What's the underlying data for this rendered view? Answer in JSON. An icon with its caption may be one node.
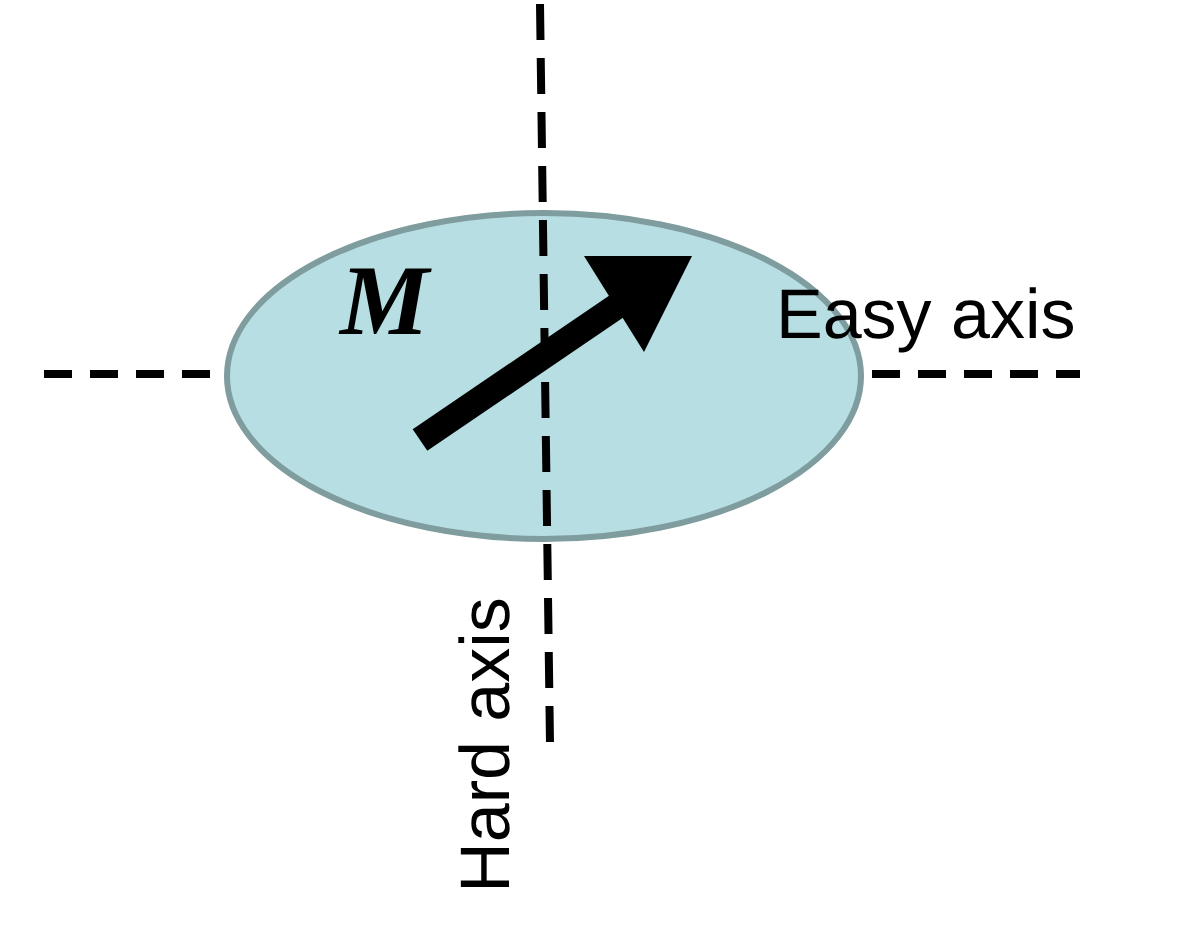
{
  "diagram": {
    "nodes": [
      {
        "text": [
          "M"
        ]
      }
    ],
    "labels": [
      "Easy axis",
      "Hard axis"
    ]
  }
}
